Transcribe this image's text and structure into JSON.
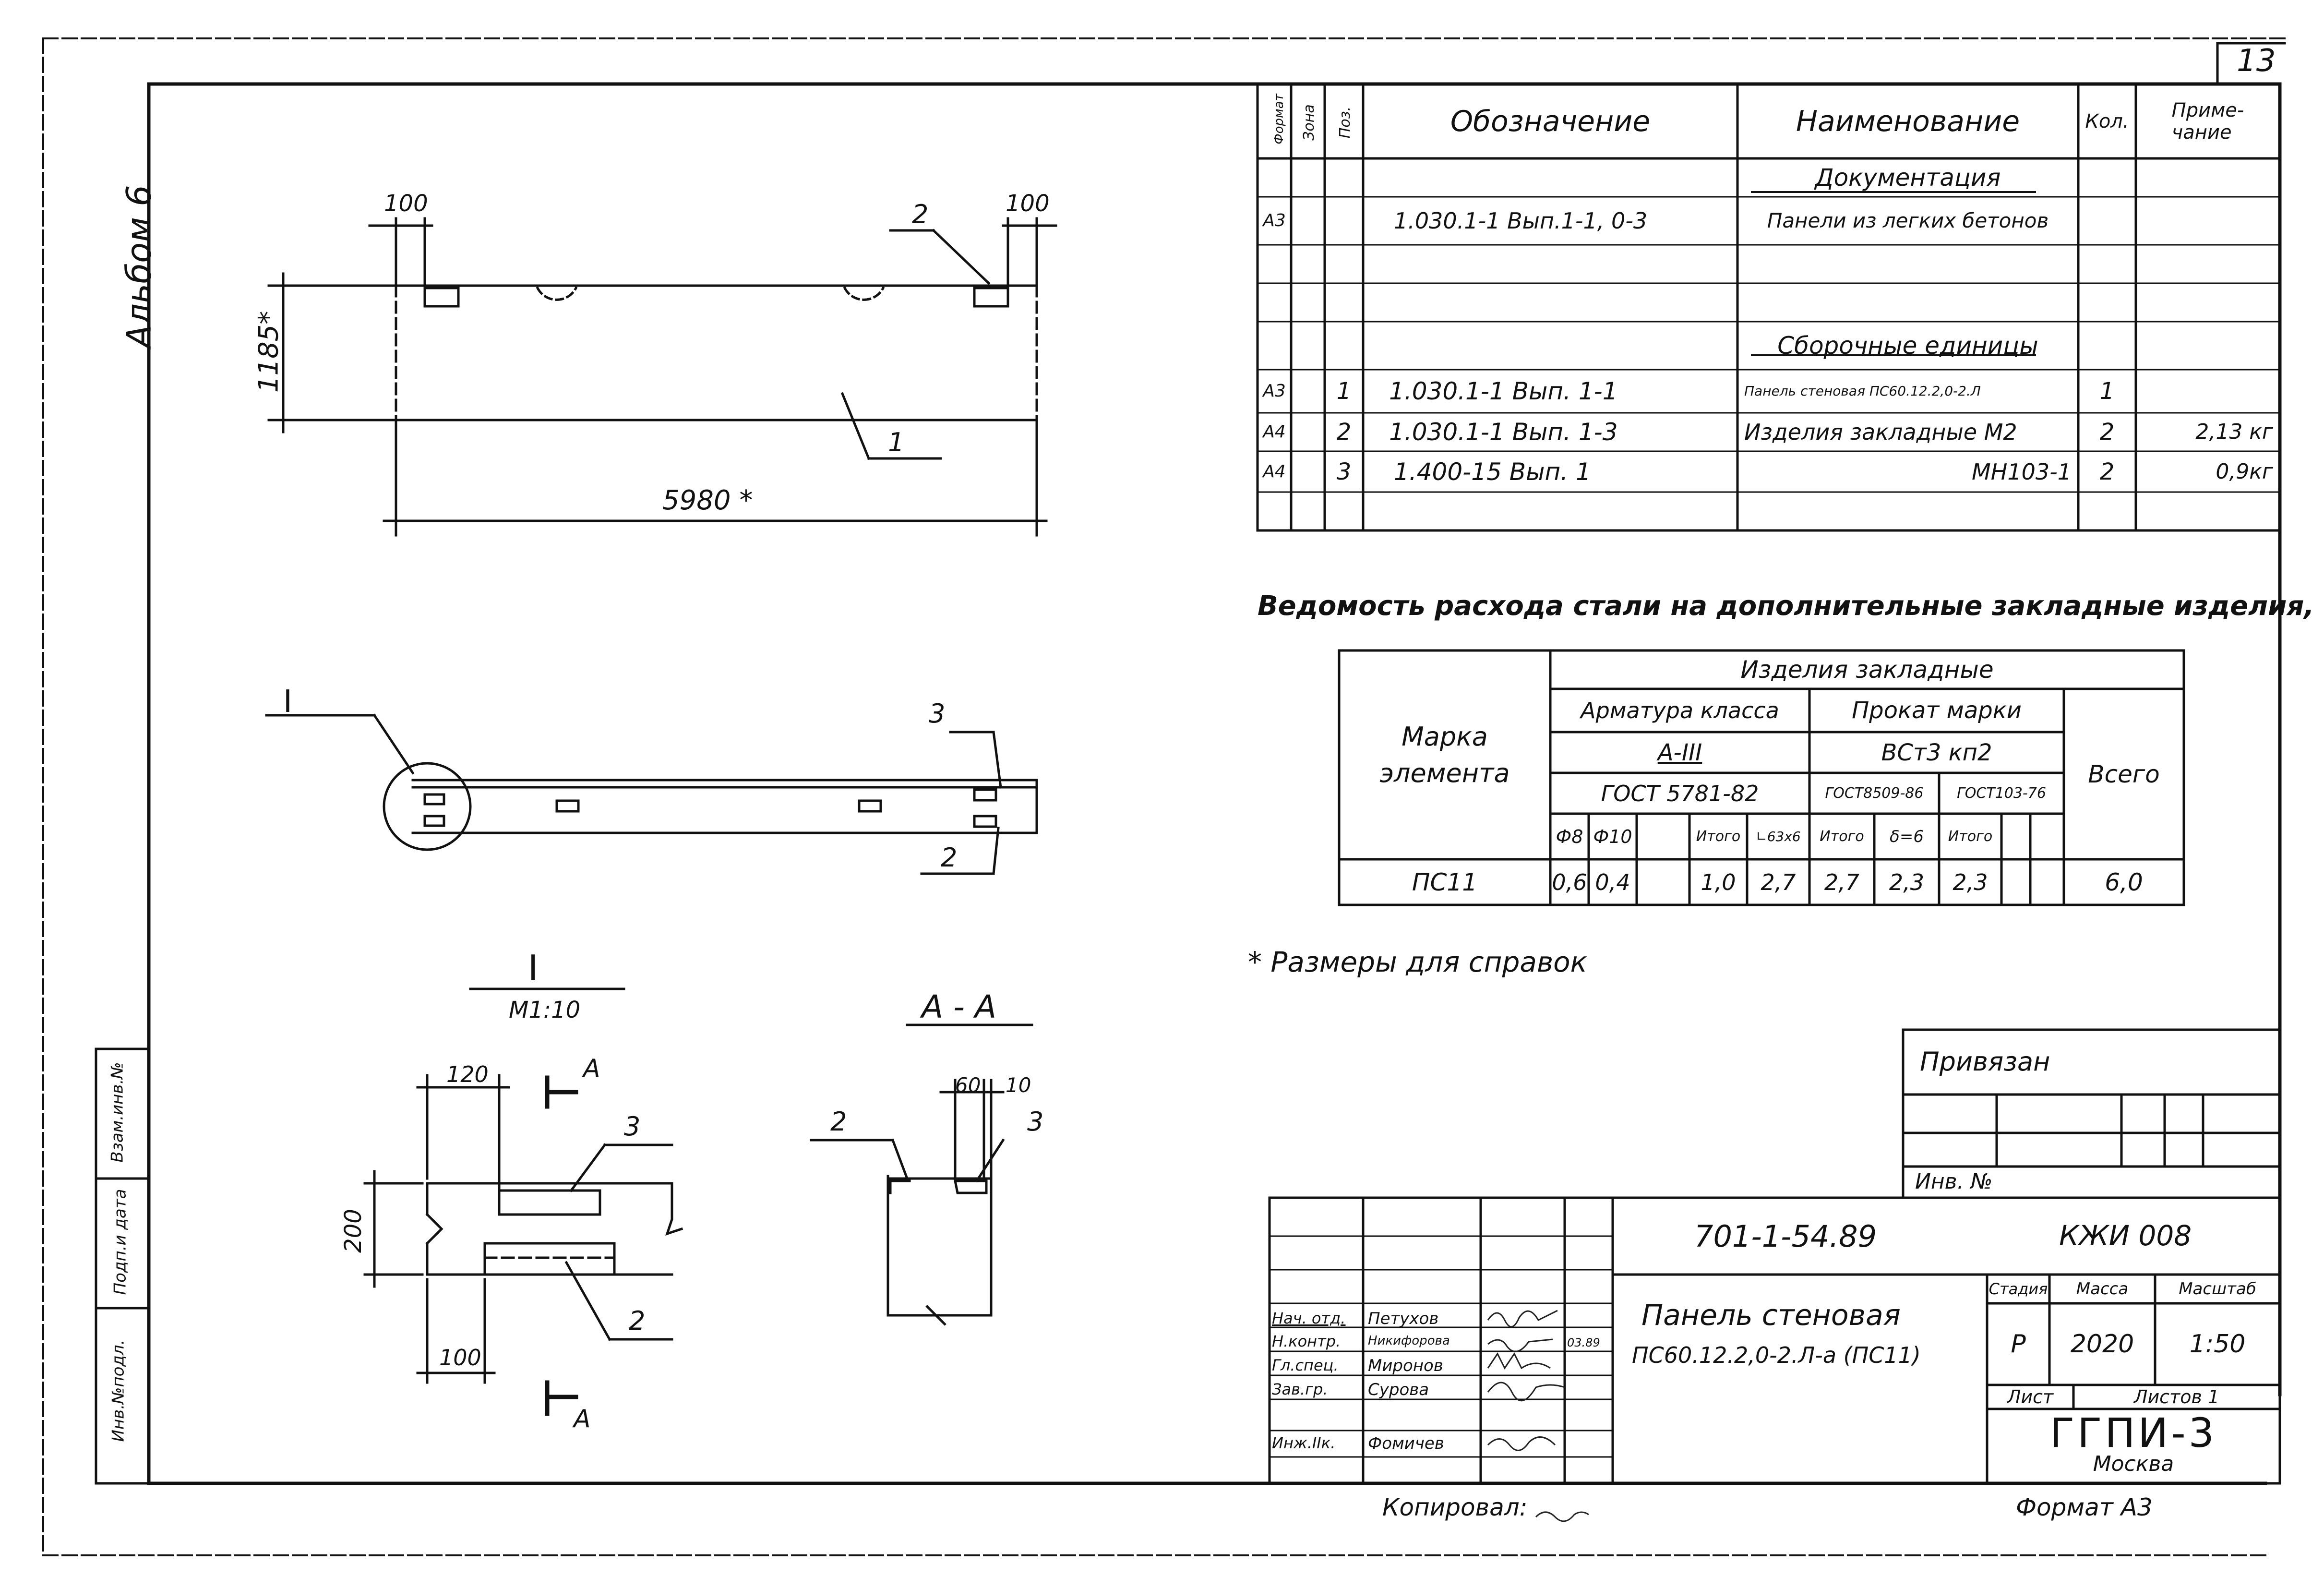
{
  "sheet": {
    "page_number": "13",
    "album_label": "Альбом 6",
    "side_stamp": [
      "Инв.№подл.",
      "Подп.и дата",
      "Взам.инв.№"
    ]
  },
  "drawing": {
    "elevation": {
      "dim_left_100": "100",
      "dim_right_100": "100",
      "dim_height": "1185*",
      "dim_length": "5980 *",
      "callout_1": "1",
      "callout_2": "2"
    },
    "plan": {
      "node_label": "I",
      "callout_3": "3",
      "callout_2": "2"
    },
    "detail": {
      "title": "I",
      "scale": "M1:10",
      "dim_120": "120",
      "dim_200": "200",
      "dim_100": "100",
      "section_mark_top": "A",
      "section_mark_bottom": "A",
      "callout_3": "3",
      "callout_2": "2"
    },
    "section": {
      "title": "A - A",
      "dim_60": "60",
      "dim_10": "10",
      "callout_2": "2",
      "callout_3": "3"
    }
  },
  "spec_table": {
    "headers": {
      "format": "Формат",
      "zone": "Зона",
      "pos": "Поз.",
      "designation": "Обозначение",
      "name": "Наименование",
      "qty": "Кол.",
      "note": "Приме-\nчание"
    },
    "rows": [
      {
        "format": "",
        "pos": "",
        "designation": "",
        "name": "Документация",
        "qty": "",
        "note": "",
        "section": true
      },
      {
        "format": "А3",
        "pos": "",
        "designation": "1.030.1-1 Вып.1-1, 0-3",
        "name": "Панели из легких бетонов",
        "qty": "",
        "note": ""
      },
      {
        "format": "",
        "pos": "",
        "designation": "",
        "name": "",
        "qty": "",
        "note": ""
      },
      {
        "format": "",
        "pos": "",
        "designation": "",
        "name": "Сборочные единицы",
        "qty": "",
        "note": "",
        "section": true
      },
      {
        "format": "А3",
        "pos": "1",
        "designation": "1.030.1-1 Вып. 1-1",
        "name": "Панель стеновая ПС60.12.2,0-2.Л",
        "qty": "1",
        "note": ""
      },
      {
        "format": "А4",
        "pos": "2",
        "designation": "1.030.1-1 Вып. 1-3",
        "name": "Изделия закладные М2",
        "qty": "2",
        "note": "2,13 кг"
      },
      {
        "format": "А4",
        "pos": "3",
        "designation": "1.400-15 Вып. 1",
        "name": "МН103-1",
        "qty": "2",
        "note": "0,9кг"
      },
      {
        "format": "",
        "pos": "",
        "designation": "",
        "name": "",
        "qty": "",
        "note": ""
      }
    ]
  },
  "steel_table": {
    "title": "Ведомость расхода стали на дополнительные закладные изделия, кг",
    "col_mark": "Марка\nэлемента",
    "group": "Изделия закладные",
    "sub_rebar": "Арматура класса",
    "sub_rolled": "Прокат марки",
    "rebar_class": "А-III",
    "rolled_grade": "ВСт3 кп2",
    "gost_rebar": "ГОСТ 5781-82",
    "gost_angle": "ГОСТ8509-86",
    "gost_plate": "ГОСТ103-76",
    "total_header": "Всего",
    "subcols": [
      "Ф8",
      "Ф10",
      "",
      "Итого",
      "∟63х6",
      "Итого",
      "δ=6",
      "Итого"
    ],
    "row": {
      "mark": "ПС11",
      "values": [
        "0,6",
        "0,4",
        "",
        "1,0",
        "2,7",
        "2,7",
        "2,3",
        "2,3"
      ],
      "total": "6,0"
    }
  },
  "note": "* Размеры для справок",
  "binding": {
    "label": "Привязан",
    "inv_label": "Инв. №"
  },
  "title_block": {
    "code": "701-1-54.89",
    "sheet_code": "КЖИ 008",
    "name_line1": "Панель стеновая",
    "name_line2": "ПС60.12.2,0-2.Л-а (ПС11)",
    "stage_label": "Стадия",
    "mass_label": "Масса",
    "scale_label": "Масштаб",
    "stage": "Р",
    "mass": "2020",
    "scale": "1:50",
    "sheet_label": "Лист",
    "sheets_label": "Листов 1",
    "org": "ГГПИ-3",
    "city": "Москва",
    "people": [
      {
        "role": "Нач. отд.",
        "name": "Петухов"
      },
      {
        "role": "Н.контр.",
        "name": "Никифорова"
      },
      {
        "role": "Гл.спец.",
        "name": "Миронов"
      },
      {
        "role": "Зав.гр.",
        "name": "Сурова"
      },
      {
        "role": "",
        "name": ""
      },
      {
        "role": "Инж.IIк.",
        "name": "Фомичев"
      }
    ],
    "date": "03.89"
  },
  "footer": {
    "copied": "Копировал:",
    "format": "Формат А3"
  }
}
